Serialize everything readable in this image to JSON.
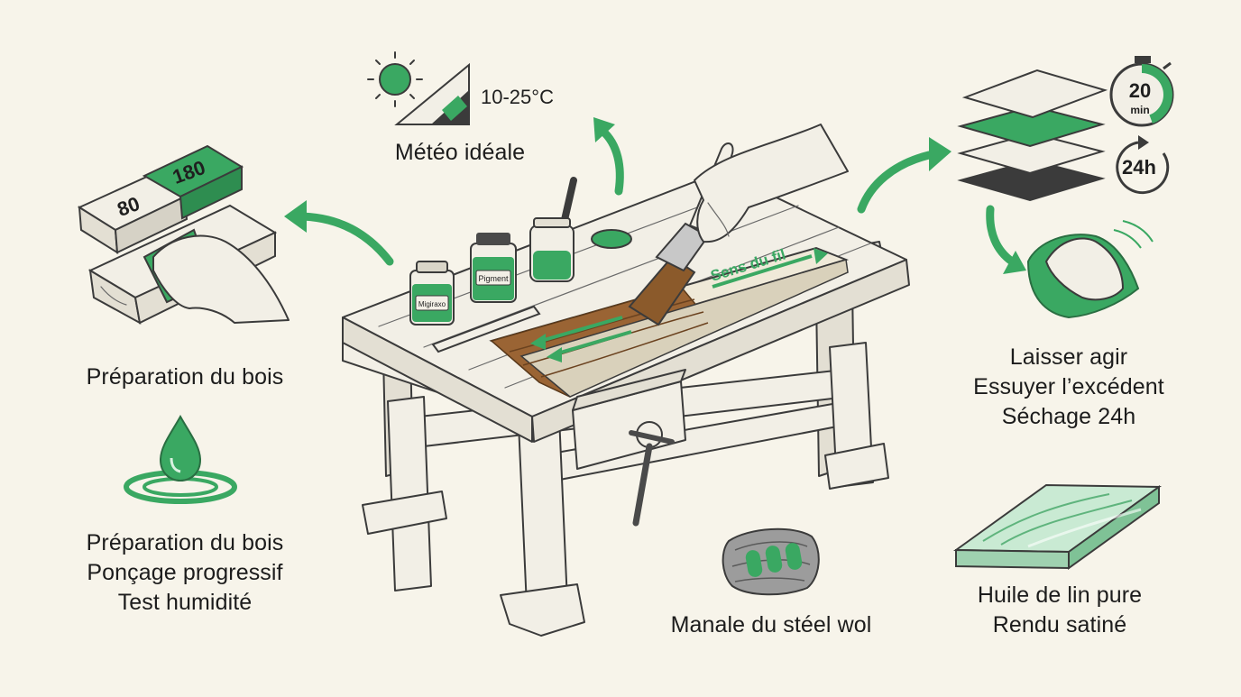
{
  "labels": {
    "prep_top": "Préparation du bois",
    "prep_list": [
      "Préparation du bois",
      "Ponçage progressif",
      "Test humidité"
    ],
    "weather_title": "Météo idéale",
    "temperature": "10-25°C",
    "apply_list": [
      "Laisser agir",
      "Essuyer l’excédent",
      "Séchage 24h"
    ],
    "steelwool": "Manale du stéel wol",
    "result_list": [
      "Huile de lin pure",
      "Rendu satiné"
    ]
  },
  "sandpaper": {
    "coarse_grit": "80",
    "fine_grit": "180"
  },
  "jars": {
    "jar1": "Migiraxo",
    "jar2": "Pigment"
  },
  "plank": {
    "grain_direction": "Sens du fil"
  },
  "timers": {
    "wait": "20",
    "wait_unit": "min",
    "dry": "24h"
  },
  "colors": {
    "accent": "#3aa862",
    "background": "#f7f4ea",
    "stain": "#9a6434",
    "ink": "#3b3b3b"
  },
  "icons": [
    "sun-icon",
    "thermometer-wedge-icon",
    "sandpaper-block-icon",
    "hand-icon",
    "water-drop-icon",
    "stopwatch-icon",
    "refresh-arrow-icon",
    "cloth-icon",
    "steel-wool-icon",
    "finished-plank-icon",
    "paint-brush-icon",
    "jar-icon",
    "workbench-icon"
  ]
}
